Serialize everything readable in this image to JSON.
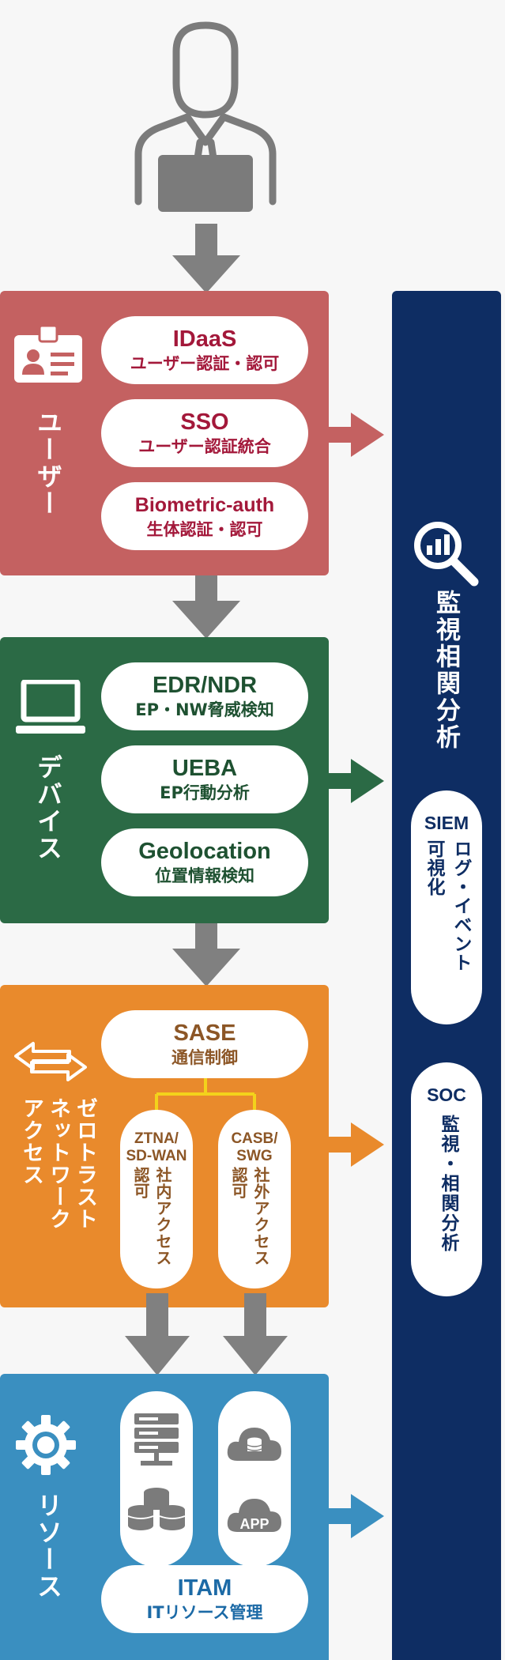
{
  "colors": {
    "user": "#c46161",
    "device": "#2b6a45",
    "ztna": "#e98a2c",
    "resource": "#3a8fc0",
    "monitor": "#0e2d63",
    "arrow": "#808080",
    "user_text": "#a3183a",
    "device_text": "#1e5131",
    "ztna_text": "#8c5626",
    "resource_text": "#1c6aa6"
  },
  "user_section": {
    "label": "ユーザー",
    "icon": "id-badge-icon",
    "items": [
      {
        "title": "IDaaS",
        "subtitle": "ユーザー認証・認可"
      },
      {
        "title": "SSO",
        "subtitle": "ユーザー認証統合"
      },
      {
        "title": "Biometric-auth",
        "subtitle": "生体認証・認可"
      }
    ]
  },
  "device_section": {
    "label": "デバイス",
    "icon": "laptop-icon",
    "items": [
      {
        "title": "EDR/NDR",
        "subtitle": "EP・NW脅威検知"
      },
      {
        "title": "UEBA",
        "subtitle": "EP行動分析"
      },
      {
        "title": "Geolocation",
        "subtitle": "位置情報検知"
      }
    ]
  },
  "ztna_section": {
    "label_line1": "ゼロトラスト",
    "label_line2": "ネットワーク",
    "label_line3": "アクセス",
    "icon": "bidirectional-arrows-icon",
    "sase": {
      "title": "SASE",
      "subtitle": "通信制御"
    },
    "left": {
      "line1": "ZTNA/",
      "line2": "SD-WAN",
      "auth": "認可",
      "vertical": "社内アクセス"
    },
    "right": {
      "line1": "CASB/",
      "line2": "SWG",
      "auth": "認可",
      "vertical": "社外アクセス"
    }
  },
  "resource_section": {
    "label": "リソース",
    "icon": "gear-icon",
    "app_label": "APP",
    "itam": {
      "title": "ITAM",
      "subtitle": "ITリソース管理"
    }
  },
  "monitor": {
    "icon": "magnifier-chart-icon",
    "title": "監視相関分析",
    "siem": {
      "label": "SIEM",
      "line1": "ログ・イベント",
      "line2": "可視化"
    },
    "soc": {
      "label": "SOC",
      "text": "監視・相関分析"
    }
  }
}
